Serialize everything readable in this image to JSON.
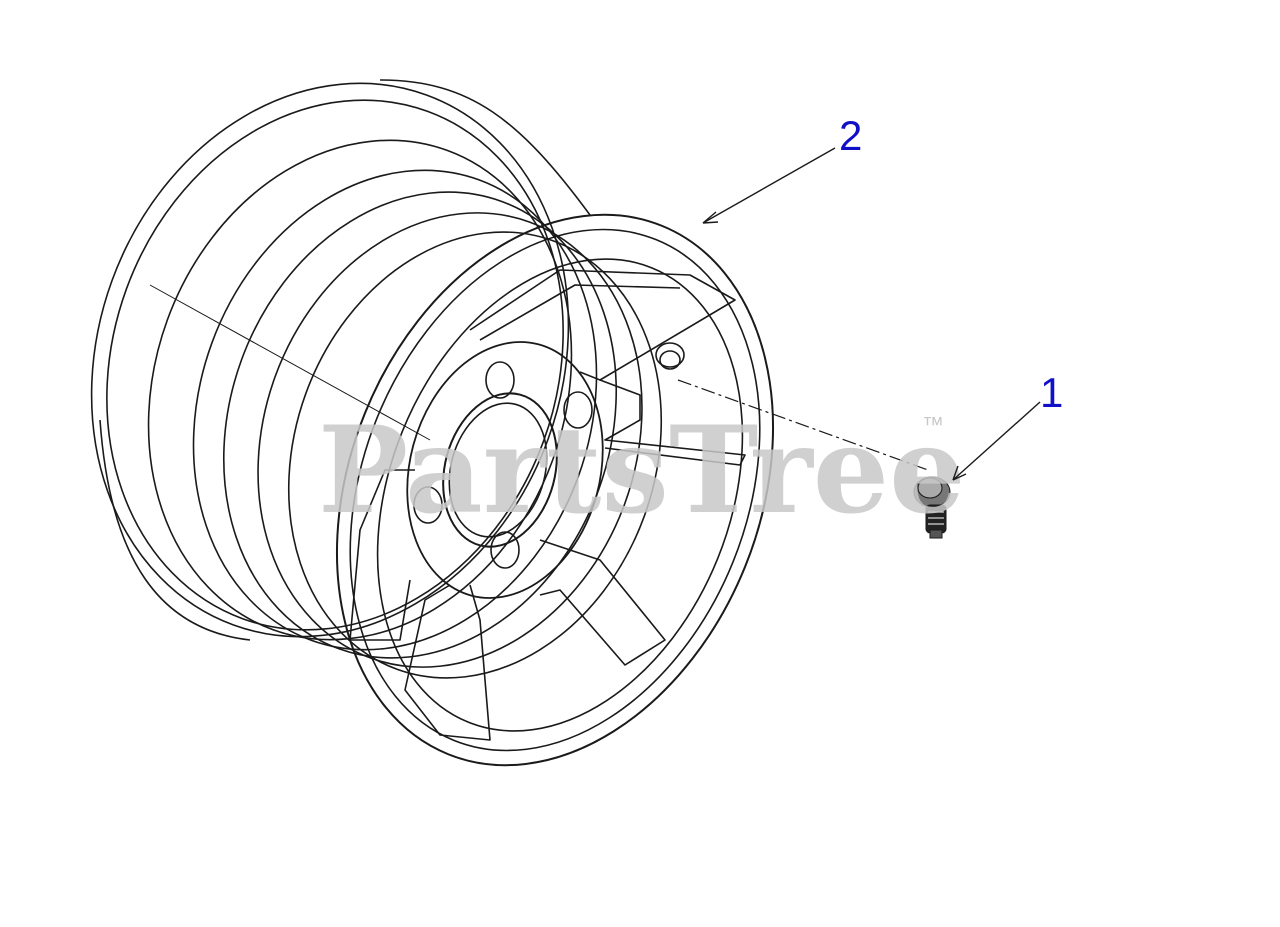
{
  "diagram": {
    "callouts": [
      {
        "id": "callout-1",
        "label": "1",
        "part": "valve-stem"
      },
      {
        "id": "callout-2",
        "label": "2",
        "part": "wheel-rim"
      }
    ],
    "watermark": {
      "text": "PartsTree",
      "trademark": "™"
    },
    "colors": {
      "line": "#1a1a1a",
      "callout": "#1010c8",
      "watermark": "#c8c8c8",
      "background": "#ffffff"
    }
  }
}
